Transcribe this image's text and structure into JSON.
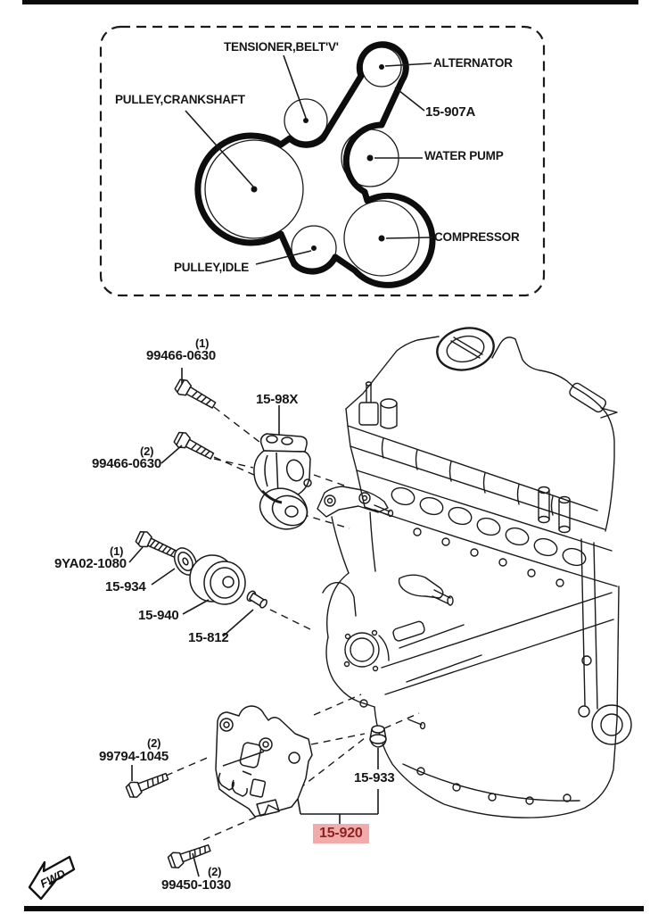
{
  "colors": {
    "line": "#1a1a1a",
    "page_bg": "#ffffff",
    "frame": "#0a0a0a",
    "highlight_bg": "#f2abab",
    "highlight_fg": "#8e2121"
  },
  "belt_diagram": {
    "labels": {
      "tensioner": "TENSIONER,BELT'V'",
      "crankshaft": "PULLEY,CRANKSHAFT",
      "alternator": "ALTERNATOR",
      "belt_part_no": "15-907A",
      "water_pump": "WATER PUMP",
      "compressor": "COMPRESSOR",
      "idle": "PULLEY,IDLE"
    }
  },
  "part_labels": {
    "bolt_tensioner_upper": {
      "qty": "(1)",
      "pn": "99466-0630"
    },
    "tensioner_assembly": {
      "pn": "15-98X"
    },
    "bolt_tensioner_lower": {
      "qty": "(2)",
      "pn": "99466-0630"
    },
    "bolt_idler": {
      "qty": "(1)",
      "pn": "9YA02-1080"
    },
    "washer": {
      "pn": "15-934"
    },
    "idler_pulley": {
      "pn": "15-940"
    },
    "spacer_bolt": {
      "pn": "15-812"
    },
    "bolt_bracket_upper": {
      "qty": "(2)",
      "pn": "99794-1045"
    },
    "stud": {
      "pn": "15-933"
    },
    "bracket_highlighted": {
      "pn": "15-920"
    },
    "bolt_bracket_lower": {
      "qty": "(2)",
      "pn": "99450-1030"
    }
  },
  "footer": {
    "fwd_label": "FWD"
  }
}
